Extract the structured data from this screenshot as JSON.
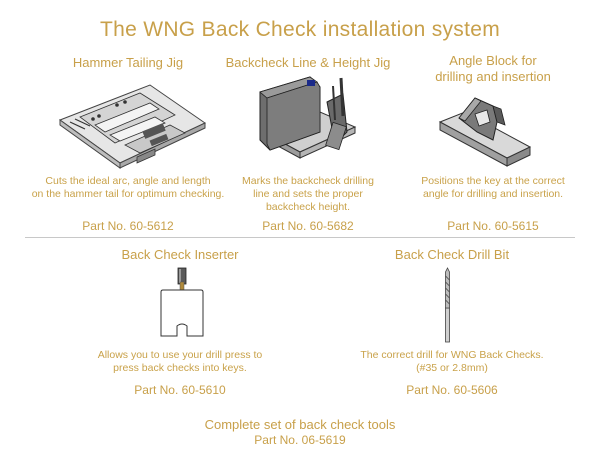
{
  "title": "The WNG Back Check installation system",
  "tools": [
    {
      "name": "Hammer Tailing Jig",
      "description": [
        "Cuts the ideal arc, angle and length",
        "on the hammer tail for optimum checking."
      ],
      "part": "Part No. 60-5612",
      "icon": "hammer-tailing-jig-icon"
    },
    {
      "name": "Backcheck Line & Height Jig",
      "description": [
        "Marks the backcheck drilling",
        "line and sets the proper",
        "backcheck height."
      ],
      "part": "Part No. 60-5682",
      "icon": "backcheck-height-jig-icon"
    },
    {
      "name": [
        "Angle Block for",
        "drilling and insertion"
      ],
      "description": [
        "Positions the key at the correct",
        "angle for drilling and insertion."
      ],
      "part": "Part No. 60-5615",
      "icon": "angle-block-icon"
    },
    {
      "name": "Back Check Inserter",
      "description": [
        "Allows you to use your drill press to",
        "press back checks into keys."
      ],
      "part": "Part No. 60-5610",
      "icon": "back-check-inserter-icon"
    },
    {
      "name": "Back Check Drill Bit",
      "description": [
        "The correct drill for WNG Back Checks.",
        "(#35 or 2.8mm)"
      ],
      "part": "Part No. 60-5606",
      "icon": "drill-bit-icon"
    }
  ],
  "complete_set": {
    "label": "Complete set of back check tools",
    "part": "Part No. 06-5619"
  },
  "colors": {
    "text_gold": "#c8a04a",
    "divider": "#c8c8c8",
    "tool_gray": "#8a8a8a"
  }
}
